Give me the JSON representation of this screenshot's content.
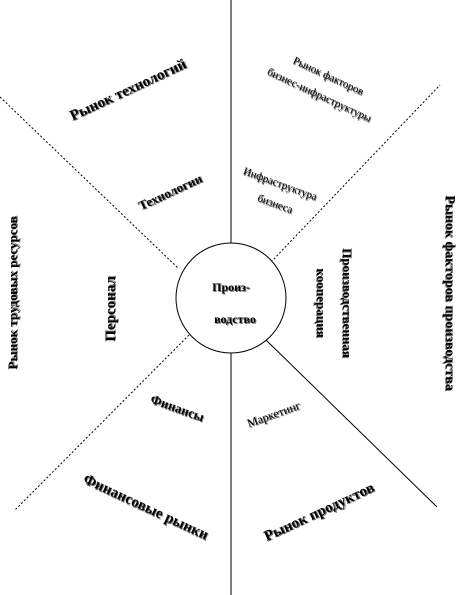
{
  "center": {
    "line1": "Произ-",
    "line2": "водство"
  },
  "inner": {
    "technology": "Технологии",
    "infrastructure_line1": "Инфраструктура",
    "infrastructure_line2": "бизнеса",
    "personnel": "Персонал",
    "cooperation_line1": "Производственная",
    "cooperation_line2": "кооперация",
    "finance": "Финансы",
    "marketing": "Маркетинг"
  },
  "outer": {
    "tech_market": "Рынок  технологий",
    "infra_market_line1": "Рынок факторов",
    "infra_market_line2": "бизнес-инфраструктуры",
    "labor_market": "Рынок трудовых ресурсов",
    "production_factors_market": "Рынок факторов производства",
    "financial_markets": "Финансовые рынки",
    "product_market": "Рынок продуктов"
  }
}
